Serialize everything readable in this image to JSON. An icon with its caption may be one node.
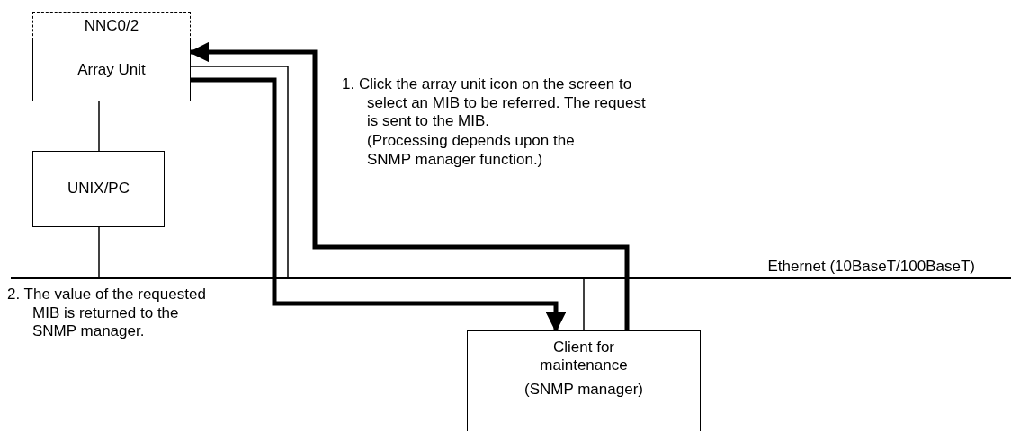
{
  "diagram": {
    "nodes": [
      {
        "text": [
          "NNC0/2"
        ]
      },
      {
        "text": [
          "Array Unit"
        ]
      },
      {
        "text": [
          "UNIX/PC"
        ]
      },
      {
        "text": [
          "Ethernet (10BaseT/100BaseT)"
        ]
      },
      {
        "text": [
          "Client for maintenance",
          "(SNMP manager)"
        ]
      }
    ],
    "edges": [
      {
        "from": 1,
        "to": 2,
        "arrow": "none"
      },
      {
        "from": 2,
        "to": 3,
        "arrow": "none"
      },
      {
        "from": 1,
        "to": 3,
        "arrow": "none"
      },
      {
        "from": 4,
        "to": 3,
        "arrow": "none"
      },
      {
        "from": 4,
        "to": 1,
        "arrow": "to",
        "style": "thick"
      },
      {
        "from": 1,
        "to": 4,
        "arrow": "to",
        "style": "thick"
      }
    ],
    "labels": [
      "1. Click the array unit icon on the screen to select an MIB to be referred. The request is sent to the MIB.",
      "(Processing depends upon the SNMP manager function.)",
      "2. The value of the requested MIB is returned to the SNMP manager."
    ]
  }
}
